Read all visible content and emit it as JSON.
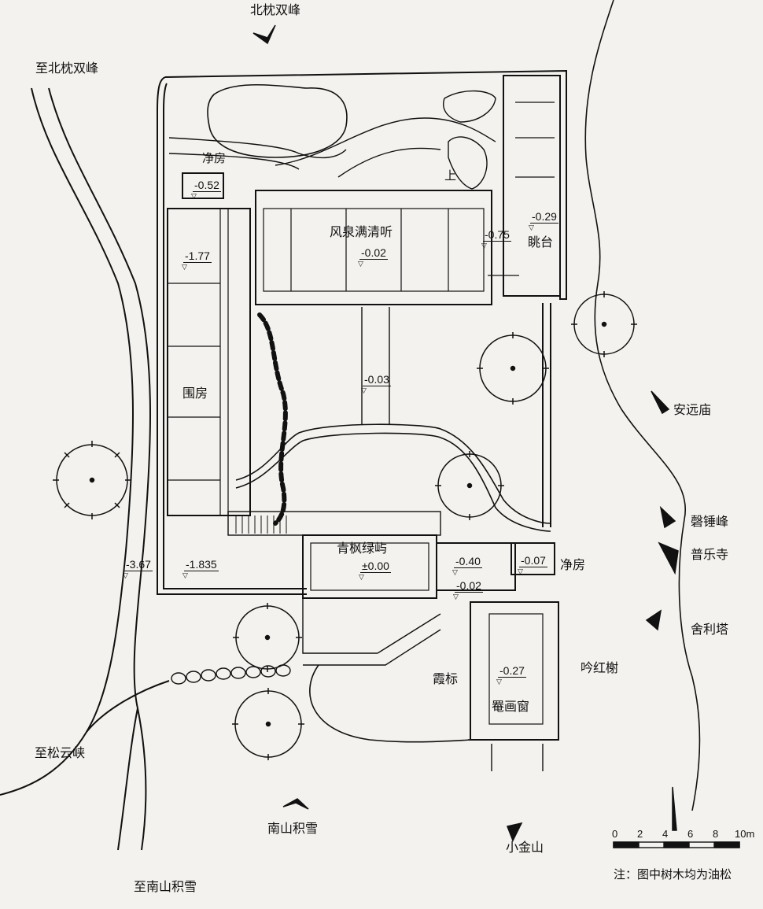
{
  "labels": {
    "north_view": "北枕双峰",
    "to_north": "至北枕双峰",
    "jingfang_top": "净房",
    "hall": "风泉满清听",
    "tiaotai": "眺台",
    "weifang": "围房",
    "anyuan": "安远庙",
    "panchui": "磬锤峰",
    "pule": "普乐寺",
    "shelita": "舍利塔",
    "qingfeng": "青枫绿屿",
    "jingfang_right": "净房",
    "yinhongshu": "吟红榭",
    "xiabiao": "霞标",
    "bahuachuang": "罨画窗",
    "to_songyun": "至松云峡",
    "nanshan": "南山积雪",
    "xiaojinshan": "小金山",
    "to_nanshan": "至南山积雪",
    "up": "上",
    "note": "注：图中树木均为油松"
  },
  "elevations": {
    "e1": "-0.52",
    "e2": "-0.29",
    "e3": "-1.77",
    "e4": "-0.02",
    "e5": "-0.75",
    "e6": "-0.03",
    "e7": "-3.67",
    "e8": "-1.835",
    "e9": "±0.00",
    "e10": "-0.40",
    "e11": "-0.07",
    "e12": "-0.02",
    "e13": "-0.27"
  },
  "scale": {
    "ticks": [
      "0",
      "2",
      "4",
      "6",
      "8",
      "10m"
    ]
  }
}
